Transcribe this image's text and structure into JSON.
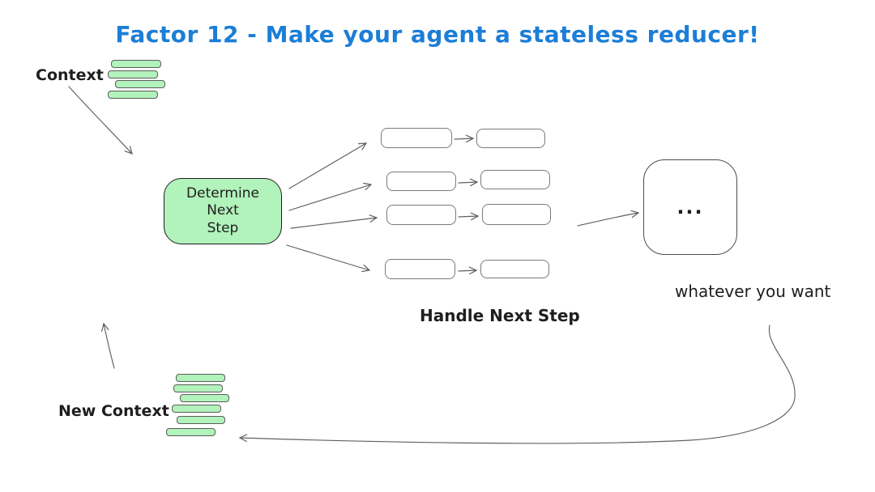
{
  "title": "Factor 12 - Make your agent a stateless reducer!",
  "labels": {
    "context": "Context",
    "determine": "Determine\nNext\nStep",
    "handle": "Handle Next Step",
    "ellipsis": "...",
    "whatever": "whatever you want",
    "new_context": "New Context"
  },
  "colors": {
    "title_blue": "#1c7ed6",
    "green_fill": "#b2f2bb",
    "green_border": "#1e1e1e",
    "bar_border": "#5c5c5c",
    "connector_gray": "#606060",
    "rect_border": "#7a7a7a",
    "big_box_border": "#4c4c4c",
    "text_black": "#1e1e1e"
  }
}
